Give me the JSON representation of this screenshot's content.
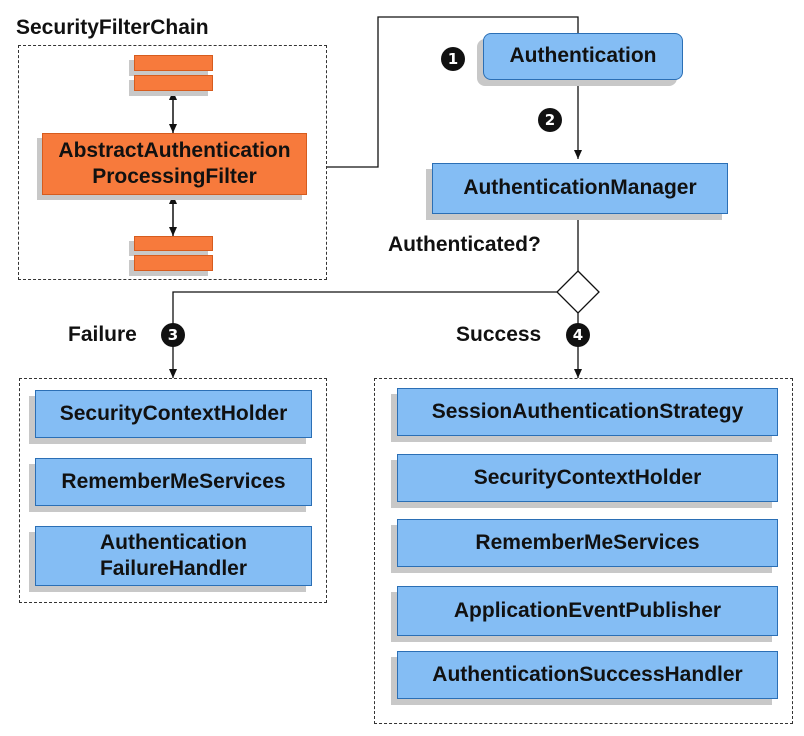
{
  "filter_chain": {
    "title": "SecurityFilterChain",
    "filter_label_line1": "AbstractAuthentication",
    "filter_label_line2": "ProcessingFilter"
  },
  "authentication": {
    "label": "Authentication",
    "step": "1"
  },
  "manager": {
    "label": "AuthenticationManager",
    "step": "2"
  },
  "decision": {
    "label": "Authenticated?"
  },
  "failure": {
    "label": "Failure",
    "step": "3",
    "items": [
      {
        "label": "SecurityContextHolder"
      },
      {
        "label": "RememberMeServices"
      },
      {
        "label_line1": "Authentication",
        "label_line2": "FailureHandler"
      }
    ]
  },
  "success": {
    "label": "Success",
    "step": "4",
    "items": [
      {
        "label": "SessionAuthenticationStrategy"
      },
      {
        "label": "SecurityContextHolder"
      },
      {
        "label": "RememberMeServices"
      },
      {
        "label": "ApplicationEventPublisher"
      },
      {
        "label": "AuthenticationSuccessHandler"
      }
    ]
  },
  "colors": {
    "box_fill": "#84bdf4",
    "box_border": "#2b6fb5",
    "filter_fill": "#f77a3c",
    "shadow": "#c8c8c8"
  }
}
